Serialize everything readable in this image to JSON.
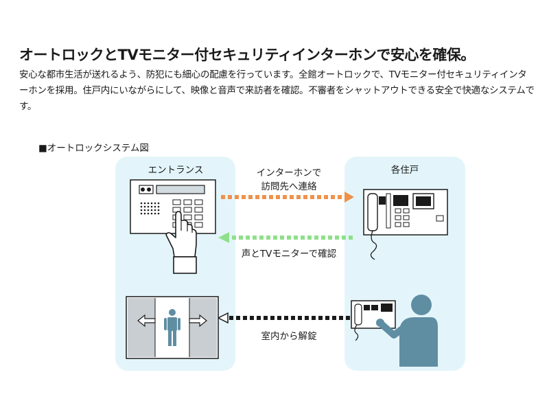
{
  "heading": "オートロックとTVモニター付セキュリティインターホンで安心を確保。",
  "description": "安心な都市生活が送れるよう、防犯にも細心の配慮を行っています。全館オートロックで、TVモニター付セキュリティインターホンを採用。住戸内にいながらにして、映像と音声で来訪者を確認。不審者をシャットアウトできる安全で快適なシステムです。",
  "diagram": {
    "section_title": "■オートロックシステム図",
    "left_panel_label": "エントランス",
    "right_panel_label": "各住戸",
    "arrow1_label_line1": "インターホンで",
    "arrow1_label_line2": "訪問先へ連絡",
    "arrow2_label": "声とTVモニターで確認",
    "arrow3_label": "室内から解錠",
    "colors": {
      "panel_bg": "#e3f5fb",
      "arrow_orange": "#f0914a",
      "arrow_green": "#8fe08a",
      "arrow_black": "#1a1a1a",
      "person_blue": "#5f8ea3",
      "door_gray": "#c8ced2"
    },
    "icons": [
      "entrance-panel-icon",
      "hand-pointer-icon",
      "intercom-monitor-icon",
      "auto-door-icon",
      "resident-person-icon"
    ]
  }
}
